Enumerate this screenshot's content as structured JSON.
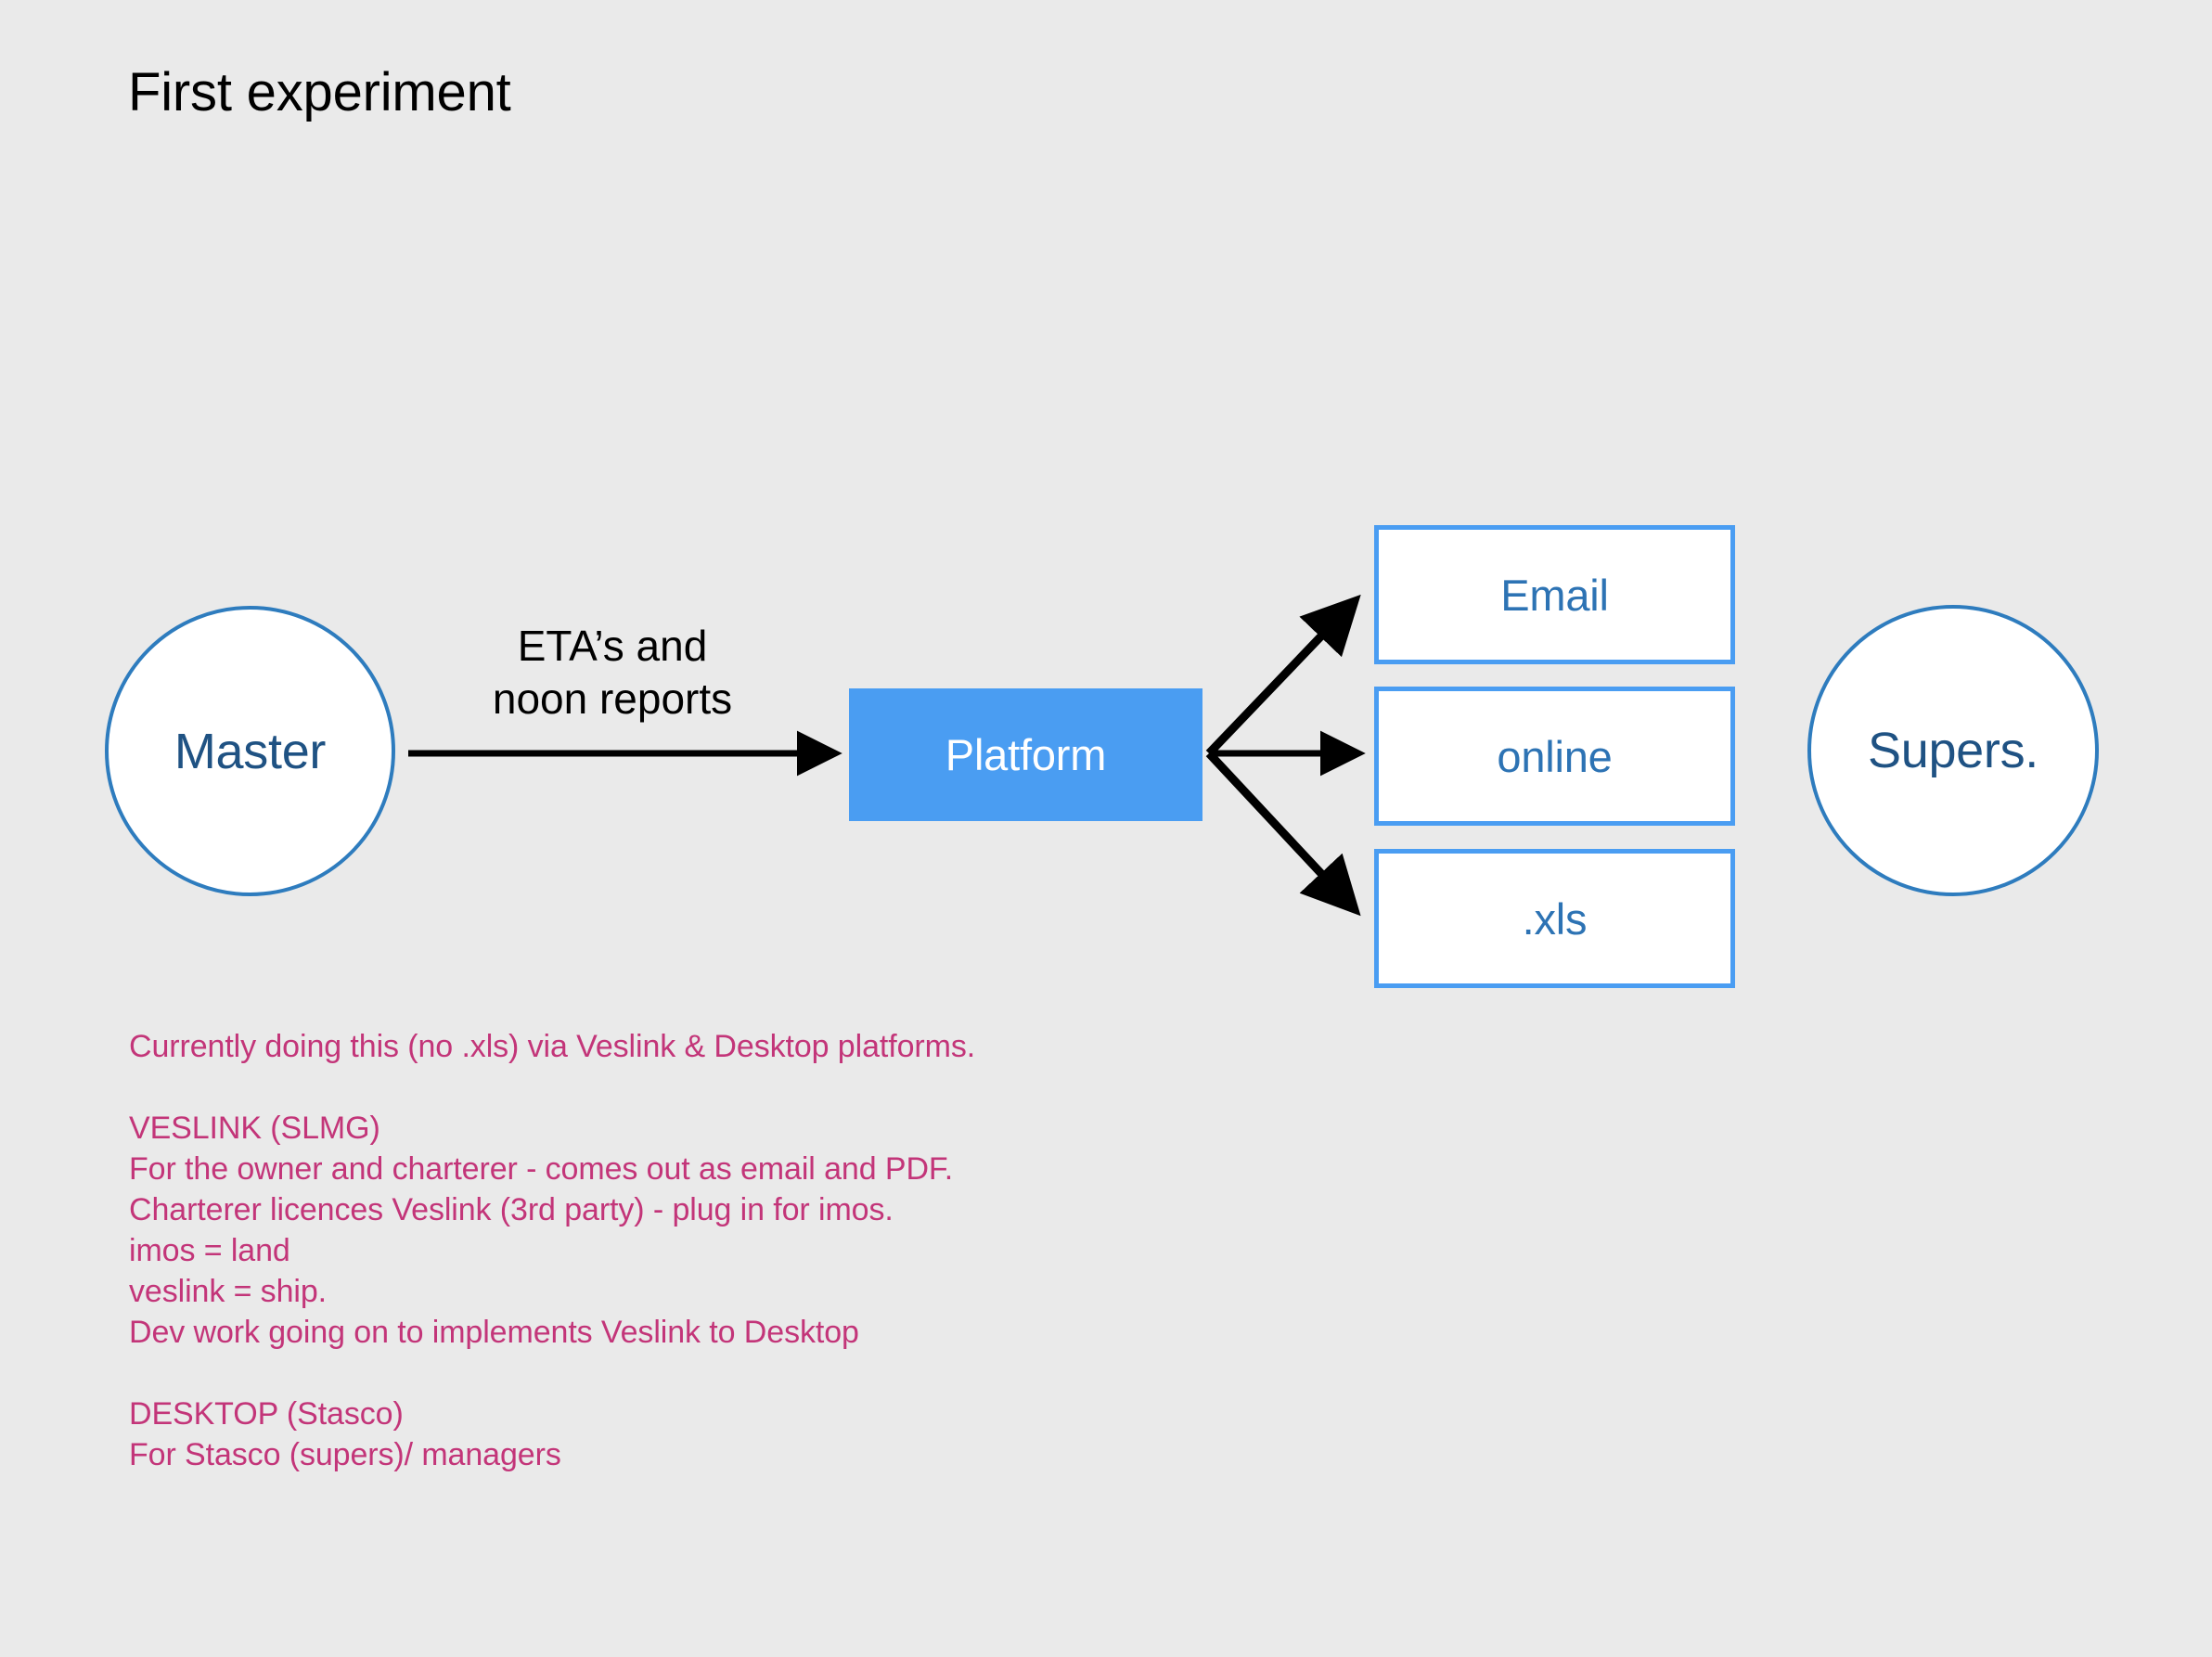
{
  "slide": {
    "title": "First experiment",
    "background_color": "#EAEAEA"
  },
  "colors": {
    "background": "#EAEAEA",
    "circle_border": "#2E7CBE",
    "circle_text": "#1F5283",
    "platform_fill": "#4A9DF2",
    "platform_text": "#FFFFFF",
    "output_border": "#4A9DF2",
    "output_text": "#2D73B4",
    "arrow": "#000000",
    "note_text": "#C33579",
    "title_text": "#000000"
  },
  "diagram": {
    "nodes": {
      "master": {
        "label": "Master",
        "shape": "circle"
      },
      "platform": {
        "label": "Platform",
        "shape": "rectangle"
      },
      "supers": {
        "label": "Supers.",
        "shape": "circle"
      },
      "email": {
        "label": "Email",
        "shape": "rectangle"
      },
      "online": {
        "label": "online",
        "shape": "rectangle"
      },
      "xls": {
        "label": ".xls",
        "shape": "rectangle"
      }
    },
    "edges": [
      {
        "from": "master",
        "to": "platform",
        "label_line_1": "ETA’s and",
        "label_line_2": "noon reports"
      },
      {
        "from": "platform",
        "to": "email",
        "label": ""
      },
      {
        "from": "platform",
        "to": "online",
        "label": ""
      },
      {
        "from": "platform",
        "to": "xls",
        "label": ""
      }
    ],
    "edge_label_eta": {
      "line1": "ETA’s and",
      "line2": "noon reports"
    }
  },
  "notes": {
    "lines": [
      "Currently doing this (no .xls) via Veslink & Desktop platforms.",
      "",
      "VESLINK (SLMG)",
      "For the owner and charterer - comes out as email and PDF.",
      "Charterer licences Veslink (3rd party) - plug in for imos.",
      "imos = land",
      "veslink = ship.",
      "Dev work going on to implements Veslink to Desktop",
      "",
      "DESKTOP (Stasco)",
      "For Stasco (supers)/ managers"
    ]
  }
}
